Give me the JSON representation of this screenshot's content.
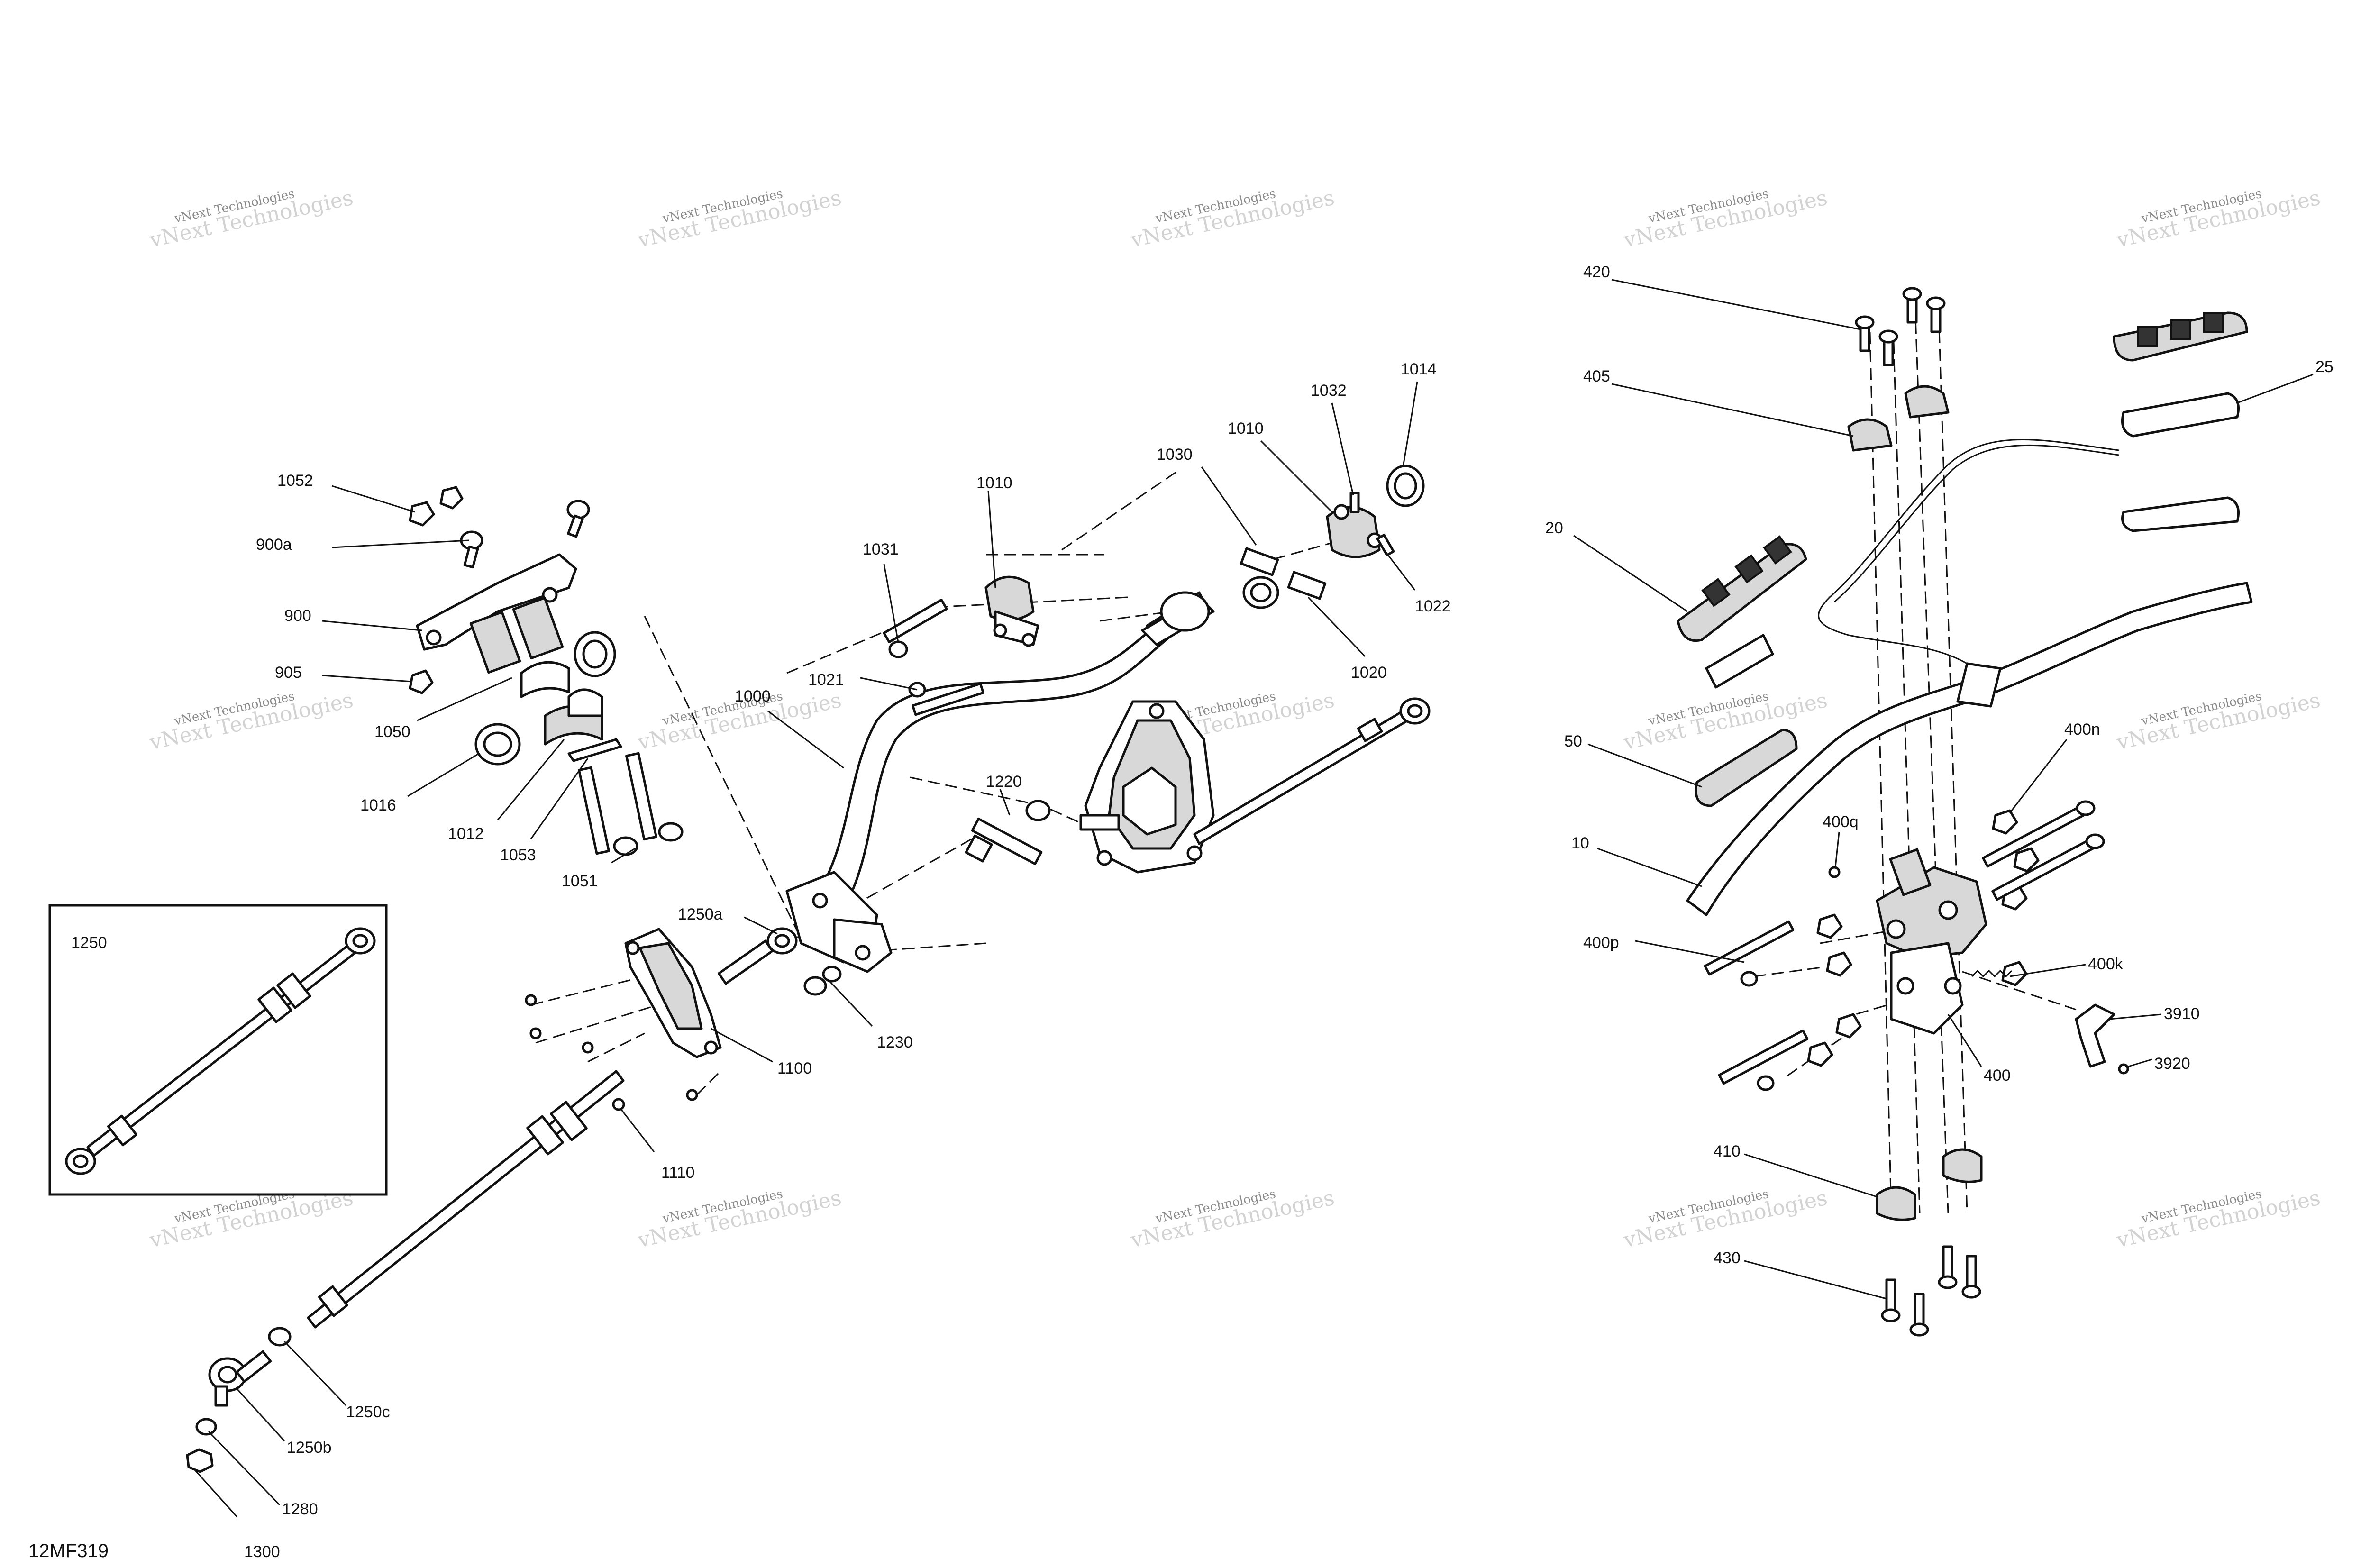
{
  "diagram": {
    "code": "12MF319",
    "watermark": {
      "line1": "vNext Technologies",
      "line2": "vNext Technologies"
    },
    "inset_label": "1250",
    "callouts": [
      {
        "id": "c-1052",
        "text": "1052"
      },
      {
        "id": "c-900a",
        "text": "900a"
      },
      {
        "id": "c-900",
        "text": "900"
      },
      {
        "id": "c-905",
        "text": "905"
      },
      {
        "id": "c-1050",
        "text": "1050"
      },
      {
        "id": "c-1016",
        "text": "1016"
      },
      {
        "id": "c-1012",
        "text": "1012"
      },
      {
        "id": "c-1053",
        "text": "1053"
      },
      {
        "id": "c-1051",
        "text": "1051"
      },
      {
        "id": "c-1031",
        "text": "1031"
      },
      {
        "id": "c-1010a",
        "text": "1010"
      },
      {
        "id": "c-1021",
        "text": "1021"
      },
      {
        "id": "c-1000",
        "text": "1000"
      },
      {
        "id": "c-1220",
        "text": "1220"
      },
      {
        "id": "c-1250a",
        "text": "1250a"
      },
      {
        "id": "c-1230",
        "text": "1230"
      },
      {
        "id": "c-1100",
        "text": "1100"
      },
      {
        "id": "c-1110",
        "text": "1110"
      },
      {
        "id": "c-1250c",
        "text": "1250c"
      },
      {
        "id": "c-1250b",
        "text": "1250b"
      },
      {
        "id": "c-1280",
        "text": "1280"
      },
      {
        "id": "c-1300",
        "text": "1300"
      },
      {
        "id": "c-1030",
        "text": "1030"
      },
      {
        "id": "c-1010b",
        "text": "1010"
      },
      {
        "id": "c-1032",
        "text": "1032"
      },
      {
        "id": "c-1014",
        "text": "1014"
      },
      {
        "id": "c-1022",
        "text": "1022"
      },
      {
        "id": "c-1020",
        "text": "1020"
      },
      {
        "id": "c-420",
        "text": "420"
      },
      {
        "id": "c-405",
        "text": "405"
      },
      {
        "id": "c-20",
        "text": "20"
      },
      {
        "id": "c-25",
        "text": "25"
      },
      {
        "id": "c-50",
        "text": "50"
      },
      {
        "id": "c-10",
        "text": "10"
      },
      {
        "id": "c-400n",
        "text": "400n"
      },
      {
        "id": "c-400q",
        "text": "400q"
      },
      {
        "id": "c-400p",
        "text": "400p"
      },
      {
        "id": "c-400k",
        "text": "400k"
      },
      {
        "id": "c-3910",
        "text": "3910"
      },
      {
        "id": "c-3920",
        "text": "3920"
      },
      {
        "id": "c-400",
        "text": "400"
      },
      {
        "id": "c-410",
        "text": "410"
      },
      {
        "id": "c-430",
        "text": "430"
      }
    ]
  }
}
